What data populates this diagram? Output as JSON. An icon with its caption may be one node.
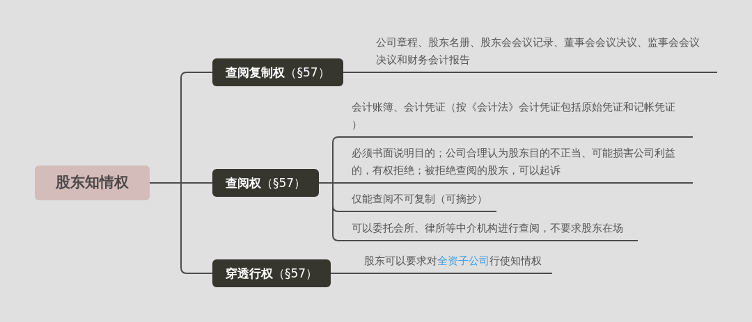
{
  "diagram": {
    "nodes": [
      {
        "text": [
          "股东知情权"
        ]
      },
      {
        "text": [
          "**查阅复制权**（§57）"
        ]
      },
      {
        "text": [
          "**查阅权**（§57）"
        ]
      },
      {
        "text": [
          "**穿透行权**（§57）"
        ]
      },
      {
        "text": [
          "公司章程、股东名册、股东会会议记录、董事会会议决议、监事会会议决议和财务会计报告"
        ]
      },
      {
        "text": [
          "会计账簿、会计凭证（按《会计法》会计凭证包括原始凭证和记帐凭证）"
        ]
      },
      {
        "text": [
          "必须书面说明目的；公司合理认为股东目的不正当、可能损害公司利益的，有权拒绝；被拒绝查阅的股东，可以起诉"
        ]
      },
      {
        "text": [
          "仅能查阅不可复制（可摘抄）"
        ]
      },
      {
        "text": [
          "可以委托会所、律所等中介机构进行查阅，不要求股东在场"
        ]
      },
      {
        "text": [
          "股东可以要求对全资子公司行使知情权"
        ]
      }
    ],
    "edges": [
      {
        "from": 0,
        "to": 1,
        "arrow": "none"
      },
      {
        "from": 0,
        "to": 2,
        "arrow": "none"
      },
      {
        "from": 0,
        "to": 3,
        "arrow": "none"
      },
      {
        "from": 1,
        "to": 4,
        "arrow": "none"
      },
      {
        "from": 2,
        "to": 5,
        "arrow": "none"
      },
      {
        "from": 2,
        "to": 6,
        "arrow": "none"
      },
      {
        "from": 2,
        "to": 7,
        "arrow": "none"
      },
      {
        "from": 2,
        "to": 8,
        "arrow": "none"
      },
      {
        "from": 3,
        "to": 9,
        "arrow": "none"
      }
    ]
  }
}
